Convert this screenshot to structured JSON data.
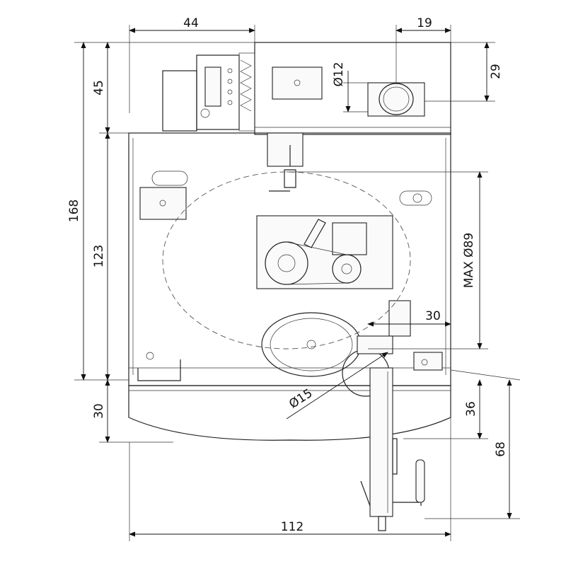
{
  "drawing": {
    "dimensions": {
      "top_left_width": "44",
      "top_right_width": "19",
      "outlet_height": "29",
      "outlet_diameter": "Ø12",
      "top_section_height": "45",
      "total_height": "168",
      "body_height": "123",
      "max_diameter": "MAX Ø89",
      "disc_offset": "30",
      "disc_diameter": "Ø15",
      "tray_height": "30",
      "handle_offset": "36",
      "handle_height": "68",
      "total_width": "112"
    }
  }
}
